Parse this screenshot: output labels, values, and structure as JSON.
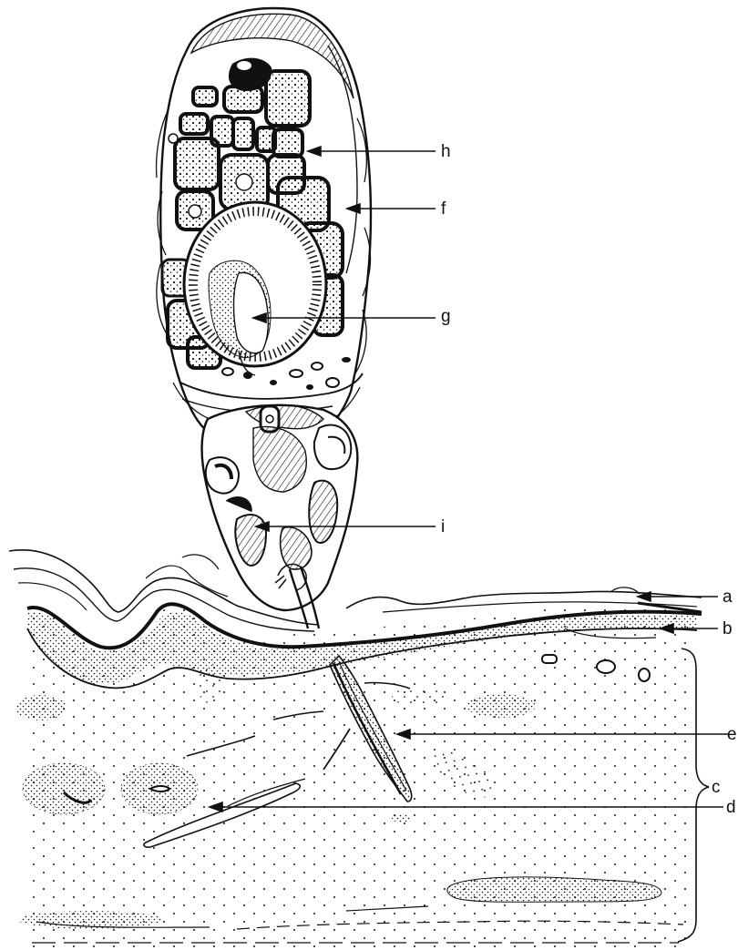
{
  "labels": {
    "a": "a",
    "b": "b",
    "c": "c",
    "d": "d",
    "e": "e",
    "f": "f",
    "g": "g",
    "h": "h",
    "i": "i"
  },
  "colors": {
    "ink": "#111111",
    "paper": "#ffffff"
  }
}
